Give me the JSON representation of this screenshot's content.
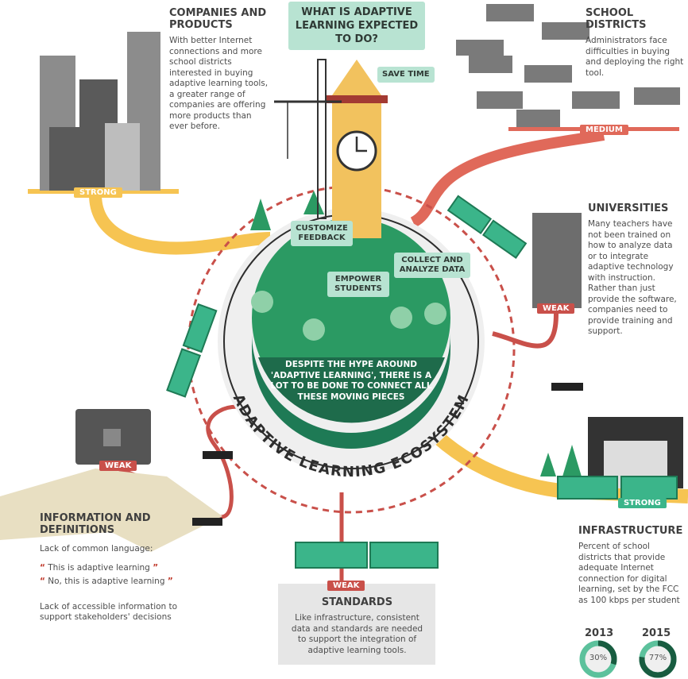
{
  "header": {
    "question": "WHAT IS ADAPTIVE LEARNING EXPECTED TO DO?"
  },
  "bubbles": {
    "save_time": "SAVE TIME",
    "customize_feedback": "CUSTOMIZE FEEDBACK",
    "empower_students": "EMPOWER STUDENTS",
    "collect_data": "COLLECT AND ANALYZE DATA"
  },
  "center": {
    "message": "DESPITE THE HYPE AROUND 'ADAPTIVE LEARNING', THERE IS A LOT TO BE DONE TO CONNECT ALL THESE MOVING PIECES",
    "ring_label": "ADAPTIVE LEARNING ECOSYSTEM"
  },
  "sections": {
    "companies": {
      "title": "COMPANIES AND PRODUCTS",
      "body": "With better Internet connections and more school districts interested in buying adaptive learning tools, a greater range of companies are offering more products than ever before.",
      "strength": "STRONG"
    },
    "districts": {
      "title": "SCHOOL DISTRICTS",
      "body": "Administrators face difficulties in buying and deploying the right tool.",
      "strength": "MEDIUM"
    },
    "universities": {
      "title": "UNIVERSITIES",
      "body": "Many teachers have not been trained on how to analyze data or to integrate adaptive technology with instruction. Rather than just provide the software, companies need to provide training and support.",
      "strength": "WEAK"
    },
    "information": {
      "title": "INFORMATION AND DEFINITIONS",
      "intro": "Lack of common language:",
      "quote1": "This is adaptive learning",
      "quote2": "No, this is adaptive learning",
      "body": "Lack of accessible information to support stakeholders' decisions",
      "strength": "WEAK"
    },
    "standards": {
      "title": "STANDARDS",
      "body": "Like infrastructure, consistent data and standards are needed to support the integration of adaptive learning tools.",
      "strength": "WEAK"
    },
    "infrastructure": {
      "title": "INFRASTRUCTURE",
      "body": "Percent of school districts that provide adequate Internet connection for digital learning, set by the FCC as 100 kbps per student",
      "strength": "STRONG",
      "stats": [
        {
          "year": "2013",
          "label": "30%",
          "value": 30
        },
        {
          "year": "2015",
          "label": "77%",
          "value": 77
        }
      ]
    }
  },
  "colors": {
    "green": "#1e7a55",
    "mint": "#5cc19c",
    "red": "#d05a4e",
    "yellow": "#f6c452",
    "gray": "#6d6d6d"
  }
}
